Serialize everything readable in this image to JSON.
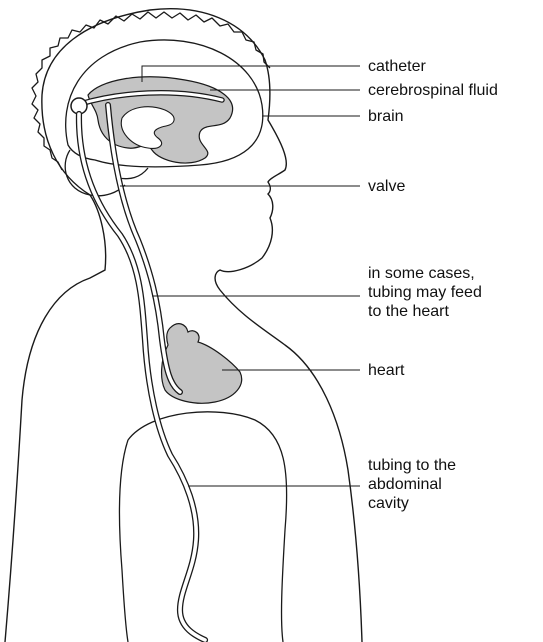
{
  "diagram": {
    "labels": {
      "catheter": "catheter",
      "cerebrospinal_fluid": "cerebrospinal fluid",
      "brain": "brain",
      "valve": "valve",
      "tubing_heart": [
        "in some cases,",
        "tubing may feed",
        "to the heart"
      ],
      "heart": "heart",
      "tubing_abdomen": [
        "tubing to the",
        "abdominal",
        "cavity"
      ]
    },
    "colors": {
      "outline": "#1a1a1a",
      "fill_gray": "#c4c4c4",
      "skin": "#ffffff"
    }
  }
}
